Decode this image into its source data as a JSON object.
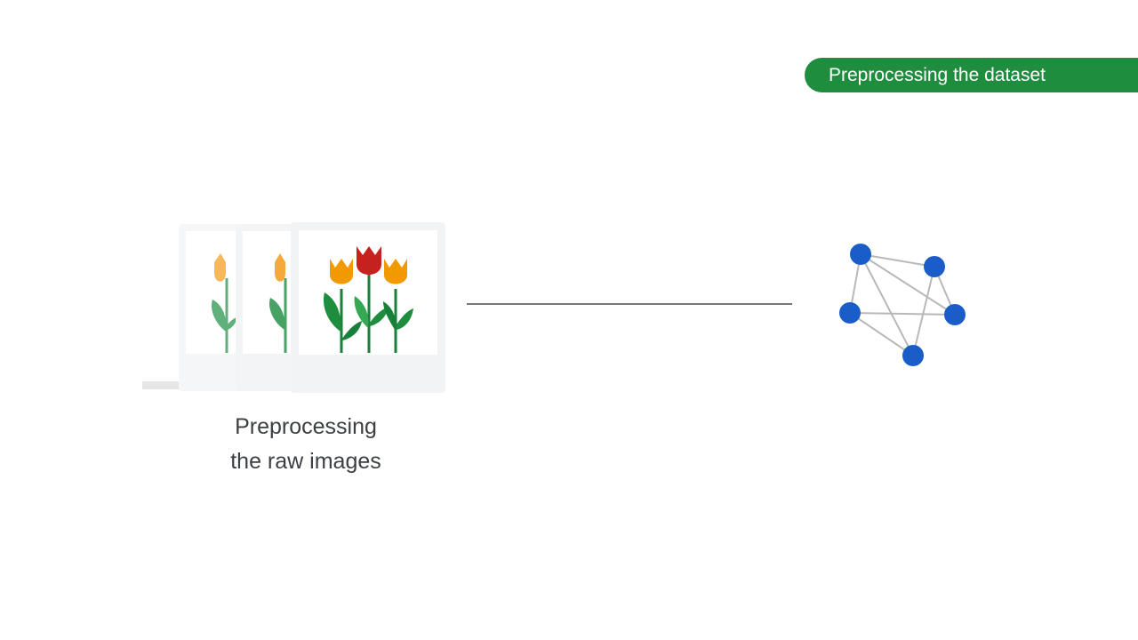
{
  "banner": {
    "label": "Preprocessing the dataset",
    "color": "#1e8e3e"
  },
  "caption": {
    "line1": "Preprocessing",
    "line2": "the raw images"
  },
  "icons": {
    "images": "tulip-image-stack-icon",
    "network": "neural-network-graph-icon"
  },
  "colors": {
    "node": "#1a5dc8",
    "tulip_orange": "#f29900",
    "tulip_red": "#c5221f",
    "stem": "#188038"
  }
}
